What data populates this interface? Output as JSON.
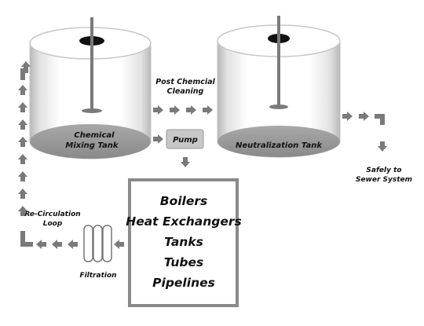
{
  "tanks": {
    "mixing": {
      "label_line1": "Chemical",
      "label_line2": "Mixing Tank"
    },
    "neutralization": {
      "label": "Neutralization  Tank"
    }
  },
  "labels": {
    "post_cleaning_line1": "Post Chemcial",
    "post_cleaning_line2": "Cleaning",
    "pump": "Pump",
    "sewer_line1": "Safely to",
    "sewer_line2": "Sewer System",
    "recirc_line1": "Re-Circulation",
    "recirc_line2": "Loop",
    "filtration": "Filtration"
  },
  "systems": {
    "items": [
      "Boilers",
      "Heat Exchangers",
      "Tanks",
      "Tubes",
      "Pipelines"
    ]
  },
  "colors": {
    "arrow": "#7a7a7a",
    "tank_shadow": "#8c8c8c",
    "tank_base": "#9a9a9a",
    "box_border": "#8a8a8a",
    "pump_fill": "#c8c8c8"
  }
}
